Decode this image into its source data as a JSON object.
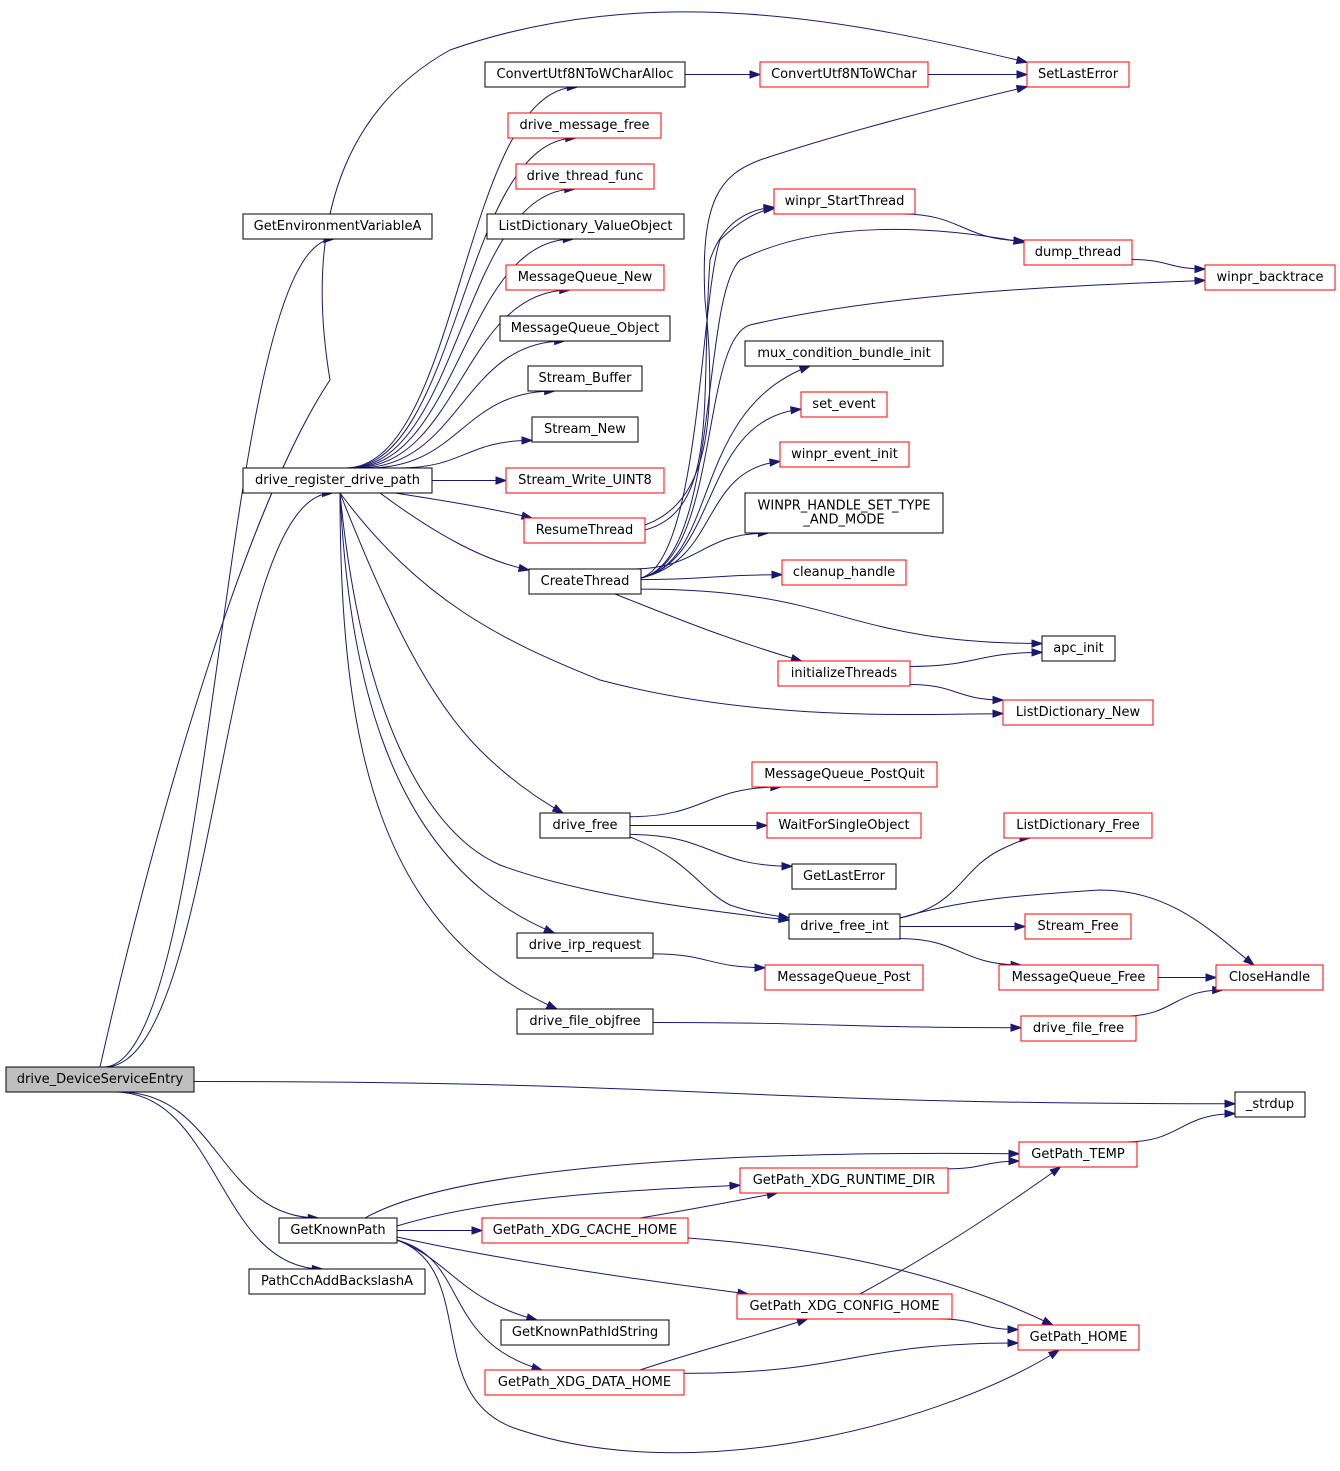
{
  "colors": {
    "edge": "#191970",
    "root_fill": "#bfbfbf",
    "node_border_plain": "#000000",
    "node_border_truncated": "#ff0000"
  },
  "nodes": {
    "drive_DeviceServiceEntry": {
      "label": "drive_DeviceServiceEntry",
      "style": "root"
    },
    "GetEnvironmentVariableA": {
      "label": "GetEnvironmentVariableA",
      "style": "black"
    },
    "drive_register_drive_path": {
      "label": "drive_register_drive_path",
      "style": "black"
    },
    "_strdup": {
      "label": "_strdup",
      "style": "black"
    },
    "GetKnownPath": {
      "label": "GetKnownPath",
      "style": "black"
    },
    "PathCchAddBackslashA": {
      "label": "PathCchAddBackslashA",
      "style": "black"
    },
    "ConvertUtf8NToWCharAlloc": {
      "label": "ConvertUtf8NToWCharAlloc",
      "style": "black"
    },
    "drive_message_free": {
      "label": "drive_message_free",
      "style": "red"
    },
    "drive_thread_func": {
      "label": "drive_thread_func",
      "style": "red"
    },
    "ListDictionary_ValueObject": {
      "label": "ListDictionary_ValueObject",
      "style": "black"
    },
    "MessageQueue_New": {
      "label": "MessageQueue_New",
      "style": "red"
    },
    "MessageQueue_Object": {
      "label": "MessageQueue_Object",
      "style": "black"
    },
    "Stream_Buffer": {
      "label": "Stream_Buffer",
      "style": "black"
    },
    "Stream_New": {
      "label": "Stream_New",
      "style": "black"
    },
    "Stream_Write_UINT8": {
      "label": "Stream_Write_UINT8",
      "style": "red"
    },
    "ResumeThread": {
      "label": "ResumeThread",
      "style": "red"
    },
    "CreateThread": {
      "label": "CreateThread",
      "style": "black"
    },
    "drive_free": {
      "label": "drive_free",
      "style": "black"
    },
    "drive_irp_request": {
      "label": "drive_irp_request",
      "style": "black"
    },
    "drive_file_objfree": {
      "label": "drive_file_objfree",
      "style": "black"
    },
    "GetKnownPathIdString": {
      "label": "GetKnownPathIdString",
      "style": "black"
    },
    "GetPath_XDG_CACHE_HOME": {
      "label": "GetPath_XDG_CACHE_HOME",
      "style": "red"
    },
    "GetPath_XDG_DATA_HOME": {
      "label": "GetPath_XDG_DATA_HOME",
      "style": "red"
    },
    "ConvertUtf8NToWChar": {
      "label": "ConvertUtf8NToWChar",
      "style": "red"
    },
    "winpr_StartThread": {
      "label": "winpr_StartThread",
      "style": "red"
    },
    "mux_condition_bundle_init": {
      "label": "mux_condition_bundle_init",
      "style": "black"
    },
    "set_event": {
      "label": "set_event",
      "style": "red"
    },
    "winpr_event_init": {
      "label": "winpr_event_init",
      "style": "red"
    },
    "WINPR_HANDLE_SET_TYPE_AND_MODE": {
      "label": "WINPR_HANDLE_SET_TYPE\n_AND_MODE",
      "style": "black"
    },
    "cleanup_handle": {
      "label": "cleanup_handle",
      "style": "red"
    },
    "initializeThreads": {
      "label": "initializeThreads",
      "style": "red"
    },
    "MessageQueue_PostQuit": {
      "label": "MessageQueue_PostQuit",
      "style": "red"
    },
    "WaitForSingleObject": {
      "label": "WaitForSingleObject",
      "style": "red"
    },
    "GetLastError": {
      "label": "GetLastError",
      "style": "black"
    },
    "drive_free_int": {
      "label": "drive_free_int",
      "style": "black"
    },
    "MessageQueue_Post": {
      "label": "MessageQueue_Post",
      "style": "red"
    },
    "GetPath_XDG_RUNTIME_DIR": {
      "label": "GetPath_XDG_RUNTIME_DIR",
      "style": "red"
    },
    "GetPath_XDG_CONFIG_HOME": {
      "label": "GetPath_XDG_CONFIG_HOME",
      "style": "red"
    },
    "SetLastError": {
      "label": "SetLastError",
      "style": "red"
    },
    "dump_thread": {
      "label": "dump_thread",
      "style": "red"
    },
    "apc_init": {
      "label": "apc_init",
      "style": "black"
    },
    "ListDictionary_New": {
      "label": "ListDictionary_New",
      "style": "red"
    },
    "ListDictionary_Free": {
      "label": "ListDictionary_Free",
      "style": "red"
    },
    "Stream_Free": {
      "label": "Stream_Free",
      "style": "red"
    },
    "MessageQueue_Free": {
      "label": "MessageQueue_Free",
      "style": "red"
    },
    "drive_file_free": {
      "label": "drive_file_free",
      "style": "red"
    },
    "GetPath_TEMP": {
      "label": "GetPath_TEMP",
      "style": "red"
    },
    "GetPath_HOME": {
      "label": "GetPath_HOME",
      "style": "red"
    },
    "winpr_backtrace": {
      "label": "winpr_backtrace",
      "style": "red"
    },
    "CloseHandle": {
      "label": "CloseHandle",
      "style": "red"
    }
  },
  "edges": [
    [
      "drive_DeviceServiceEntry",
      "GetEnvironmentVariableA"
    ],
    [
      "drive_DeviceServiceEntry",
      "drive_register_drive_path"
    ],
    [
      "drive_DeviceServiceEntry",
      "SetLastError"
    ],
    [
      "drive_DeviceServiceEntry",
      "_strdup"
    ],
    [
      "drive_DeviceServiceEntry",
      "GetKnownPath"
    ],
    [
      "drive_DeviceServiceEntry",
      "PathCchAddBackslashA"
    ],
    [
      "drive_register_drive_path",
      "ConvertUtf8NToWCharAlloc"
    ],
    [
      "drive_register_drive_path",
      "drive_message_free"
    ],
    [
      "drive_register_drive_path",
      "drive_thread_func"
    ],
    [
      "drive_register_drive_path",
      "ListDictionary_ValueObject"
    ],
    [
      "drive_register_drive_path",
      "MessageQueue_New"
    ],
    [
      "drive_register_drive_path",
      "MessageQueue_Object"
    ],
    [
      "drive_register_drive_path",
      "Stream_Buffer"
    ],
    [
      "drive_register_drive_path",
      "Stream_New"
    ],
    [
      "drive_register_drive_path",
      "Stream_Write_UINT8"
    ],
    [
      "drive_register_drive_path",
      "ResumeThread"
    ],
    [
      "drive_register_drive_path",
      "CreateThread"
    ],
    [
      "drive_register_drive_path",
      "ListDictionary_New"
    ],
    [
      "drive_register_drive_path",
      "drive_free"
    ],
    [
      "drive_register_drive_path",
      "drive_free_int"
    ],
    [
      "drive_register_drive_path",
      "drive_irp_request"
    ],
    [
      "drive_register_drive_path",
      "drive_file_objfree"
    ],
    [
      "ConvertUtf8NToWCharAlloc",
      "ConvertUtf8NToWChar"
    ],
    [
      "ConvertUtf8NToWChar",
      "SetLastError"
    ],
    [
      "ResumeThread",
      "SetLastError"
    ],
    [
      "ResumeThread",
      "winpr_StartThread"
    ],
    [
      "CreateThread",
      "winpr_StartThread"
    ],
    [
      "CreateThread",
      "dump_thread"
    ],
    [
      "CreateThread",
      "winpr_backtrace"
    ],
    [
      "CreateThread",
      "mux_condition_bundle_init"
    ],
    [
      "CreateThread",
      "set_event"
    ],
    [
      "CreateThread",
      "winpr_event_init"
    ],
    [
      "CreateThread",
      "WINPR_HANDLE_SET_TYPE_AND_MODE"
    ],
    [
      "CreateThread",
      "cleanup_handle"
    ],
    [
      "CreateThread",
      "apc_init"
    ],
    [
      "CreateThread",
      "initializeThreads"
    ],
    [
      "winpr_StartThread",
      "dump_thread"
    ],
    [
      "dump_thread",
      "winpr_backtrace"
    ],
    [
      "initializeThreads",
      "apc_init"
    ],
    [
      "initializeThreads",
      "ListDictionary_New"
    ],
    [
      "drive_free",
      "MessageQueue_PostQuit"
    ],
    [
      "drive_free",
      "WaitForSingleObject"
    ],
    [
      "drive_free",
      "GetLastError"
    ],
    [
      "drive_free",
      "drive_free_int"
    ],
    [
      "drive_free_int",
      "ListDictionary_Free"
    ],
    [
      "drive_free_int",
      "Stream_Free"
    ],
    [
      "drive_free_int",
      "MessageQueue_Free"
    ],
    [
      "drive_free_int",
      "CloseHandle"
    ],
    [
      "MessageQueue_Free",
      "CloseHandle"
    ],
    [
      "drive_irp_request",
      "MessageQueue_Post"
    ],
    [
      "drive_file_objfree",
      "drive_file_free"
    ],
    [
      "drive_file_free",
      "CloseHandle"
    ],
    [
      "GetKnownPath",
      "GetPath_TEMP"
    ],
    [
      "GetKnownPath",
      "GetPath_XDG_RUNTIME_DIR"
    ],
    [
      "GetKnownPath",
      "GetPath_XDG_CACHE_HOME"
    ],
    [
      "GetKnownPath",
      "GetPath_XDG_CONFIG_HOME"
    ],
    [
      "GetKnownPath",
      "GetKnownPathIdString"
    ],
    [
      "GetKnownPath",
      "GetPath_XDG_DATA_HOME"
    ],
    [
      "GetKnownPath",
      "GetPath_HOME"
    ],
    [
      "GetPath_TEMP",
      "_strdup"
    ],
    [
      "GetPath_XDG_RUNTIME_DIR",
      "GetPath_TEMP"
    ],
    [
      "GetPath_XDG_CACHE_HOME",
      "GetPath_XDG_RUNTIME_DIR"
    ],
    [
      "GetPath_XDG_CACHE_HOME",
      "GetPath_HOME"
    ],
    [
      "GetPath_XDG_CONFIG_HOME",
      "GetPath_TEMP"
    ],
    [
      "GetPath_XDG_CONFIG_HOME",
      "GetPath_HOME"
    ],
    [
      "GetPath_XDG_DATA_HOME",
      "GetPath_XDG_CONFIG_HOME"
    ],
    [
      "GetPath_XDG_DATA_HOME",
      "GetPath_HOME"
    ]
  ]
}
